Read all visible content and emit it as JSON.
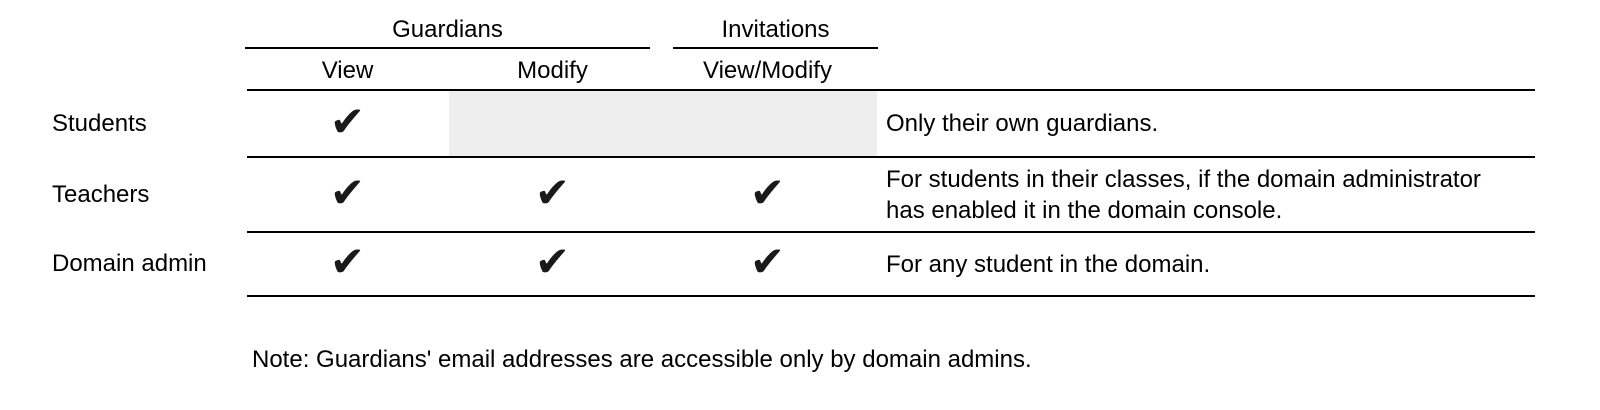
{
  "table": {
    "column_groups": [
      {
        "label": "Guardians"
      },
      {
        "label": "Invitations"
      }
    ],
    "sub_headers": [
      "View",
      "Modify",
      "View/Modify"
    ],
    "rows": [
      {
        "label": "Students",
        "cells": [
          "✔",
          "",
          ""
        ],
        "has_disabled_cells": true,
        "note": "Only their own guardians."
      },
      {
        "label": "Teachers",
        "cells": [
          "✔",
          "✔",
          "✔"
        ],
        "has_disabled_cells": false,
        "note": "For students in their classes, if the domain administrator has enabled it in the domain console."
      },
      {
        "label": "Domain admin",
        "cells": [
          "✔",
          "✔",
          "✔"
        ],
        "has_disabled_cells": false,
        "note": "For any student in the domain."
      }
    ],
    "footnote": "Note: Guardians' email addresses are accessible only by domain admins."
  },
  "icons": {
    "check": "✔"
  },
  "colors": {
    "text": "#000000",
    "line": "#000000",
    "checkmark": "#1a1a1a",
    "disabled_cell_bg": "#eeeeee"
  }
}
